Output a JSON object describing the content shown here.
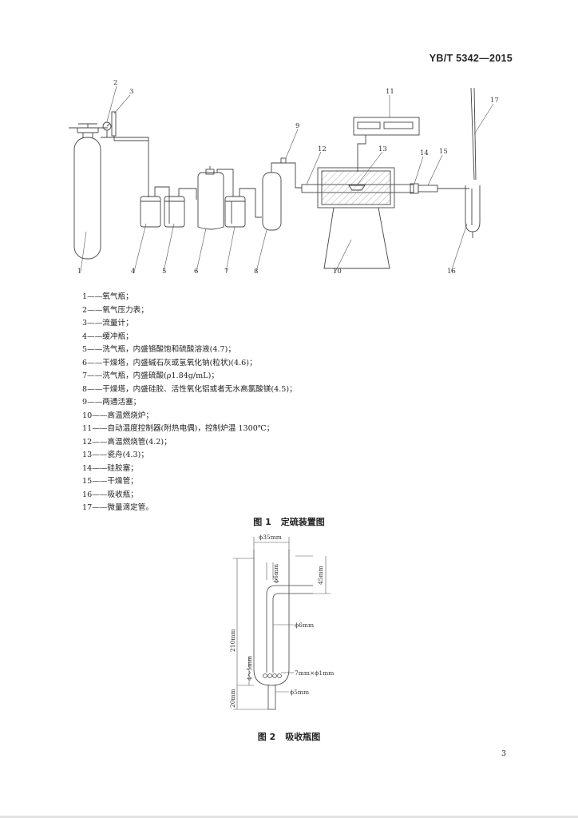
{
  "header": {
    "standard_code": "YB/T 5342—2015"
  },
  "figure1": {
    "callouts": [
      "1",
      "2",
      "3",
      "4",
      "5",
      "6",
      "7",
      "8",
      "9",
      "10",
      "11",
      "12",
      "13",
      "14",
      "15",
      "16",
      "17"
    ],
    "legend": [
      "1——氧气瓶；",
      "2——氧气压力表；",
      "3——流量计；",
      "4——缓冲瓶；",
      "5——洗气瓶，内盛铬酸饱和硫酸溶液(4.7)；",
      "6——干燥塔，内盛碱石灰或氢氧化钠(粒状)(4.6)；",
      "7——洗气瓶，内盛硫酸(ρ1.84g/mL)；",
      "8——干燥塔，内盛硅胶、活性氧化铝或者无水高氯酸镁(4.5)；",
      "9——两通活塞；",
      "10——高温燃烧炉；",
      "11——自动温度控制器(附热电偶)，控制炉温 1300℃；",
      "12——高温燃烧管(4.2)；",
      "13——瓷舟(4.3)；",
      "14——硅胶塞；",
      "15——干燥管；",
      "16——吸收瓶；",
      "17——微量滴定管。"
    ],
    "caption_number": "图 1",
    "caption_title": "定硫装置图"
  },
  "figure2": {
    "dimensions": {
      "outer_diameter": "ϕ35mm",
      "tube_diameter_top": "ϕ6mm",
      "top_height": "45mm",
      "total_height": "210mm",
      "inner_tube_diameter": "ϕ6mm",
      "gap": "4～5mm",
      "holes": "7mm×ϕ1mm",
      "bottom_height": "20mm",
      "outlet_diameter": "ϕ5mm"
    },
    "caption_number": "图 2",
    "caption_title": "吸收瓶图"
  },
  "page_number": "3"
}
